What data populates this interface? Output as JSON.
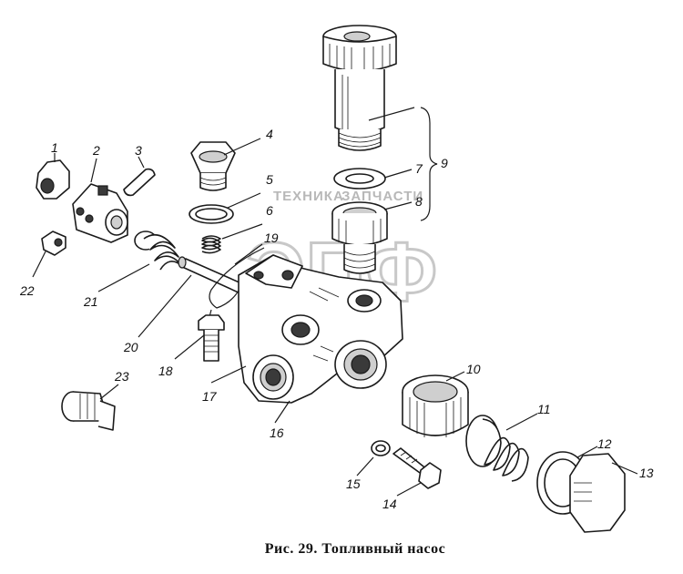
{
  "figure": {
    "caption": "Рис. 29. Топливный насос",
    "part_labels": [
      "1",
      "2",
      "3",
      "4",
      "5",
      "6",
      "7",
      "8",
      "9",
      "10",
      "11",
      "12",
      "13",
      "14",
      "15",
      "16",
      "17",
      "18",
      "19",
      "20",
      "21",
      "22",
      "23"
    ],
    "watermark": {
      "line1": "ТЕХНИКА",
      "line2": "ЗАПЧАСТИ",
      "letters": "ЭПФ"
    }
  }
}
